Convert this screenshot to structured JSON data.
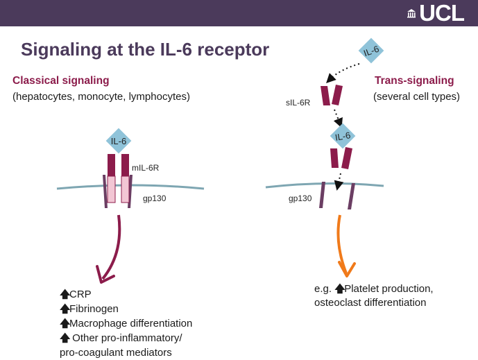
{
  "header": {
    "logo_text": "UCL",
    "brand_color": "#4b3a5b",
    "logo_icon": "ucl-portico-icon"
  },
  "title": "Signaling at the IL-6 receptor",
  "classical": {
    "heading": "Classical signaling",
    "subheading": "(hepatocytes, monocyte, lymphocytes)",
    "ligand_label": "IL-6",
    "receptor_label": "mIL-6R",
    "transducer_label": "gp130",
    "arrow_color": "#8c1c4b",
    "outcomes": [
      {
        "icon": "up-arrow-icon",
        "text": "CRP"
      },
      {
        "icon": "up-arrow-icon",
        "text": "Fibrinogen"
      },
      {
        "icon": "up-arrow-icon",
        "text": "Macrophage differentiation"
      },
      {
        "icon": "up-arrow-icon",
        "text": " Other pro-inflammatory/"
      },
      {
        "icon": "",
        "text": "pro-coagulant mediators"
      }
    ]
  },
  "trans": {
    "heading": "Trans-signaling",
    "subheading": "(several cell types)",
    "ligand_label_free": "IL-6",
    "ligand_label_bound": "IL-6",
    "soluble_receptor_label": "sIL-6R",
    "transducer_label": "gp130",
    "arrow_color": "#f07a1a",
    "outcome_prefix": "e.g. ",
    "outcome_icon": "up-arrow-icon",
    "outcome_line1": "Platelet production,",
    "outcome_line2": "osteoclast differentiation"
  },
  "colors": {
    "receptor": "#8c1c4b",
    "receptor_light": "#f2c6d4",
    "gp130": "#6b3e63",
    "il6": "#8fc3d9",
    "membrane": "#7ea6b2"
  }
}
